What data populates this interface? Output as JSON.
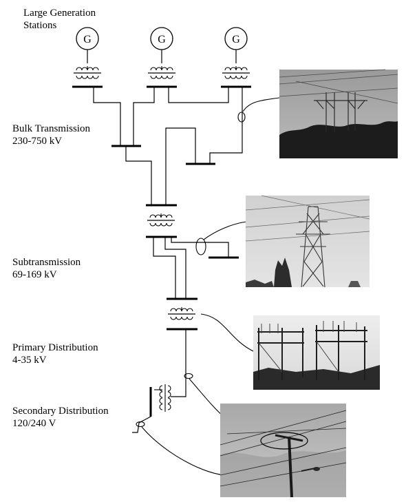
{
  "labels": {
    "generation": "Large Generation\nStations",
    "bulk": "Bulk Transmission\n230-750 kV",
    "subtransmission": "Subtransmission\n69-169 kV",
    "primary": "Primary Distribution\n4-35 kV",
    "secondary": "Secondary Distribution\n120/240 V"
  },
  "generator_symbol": "G"
}
